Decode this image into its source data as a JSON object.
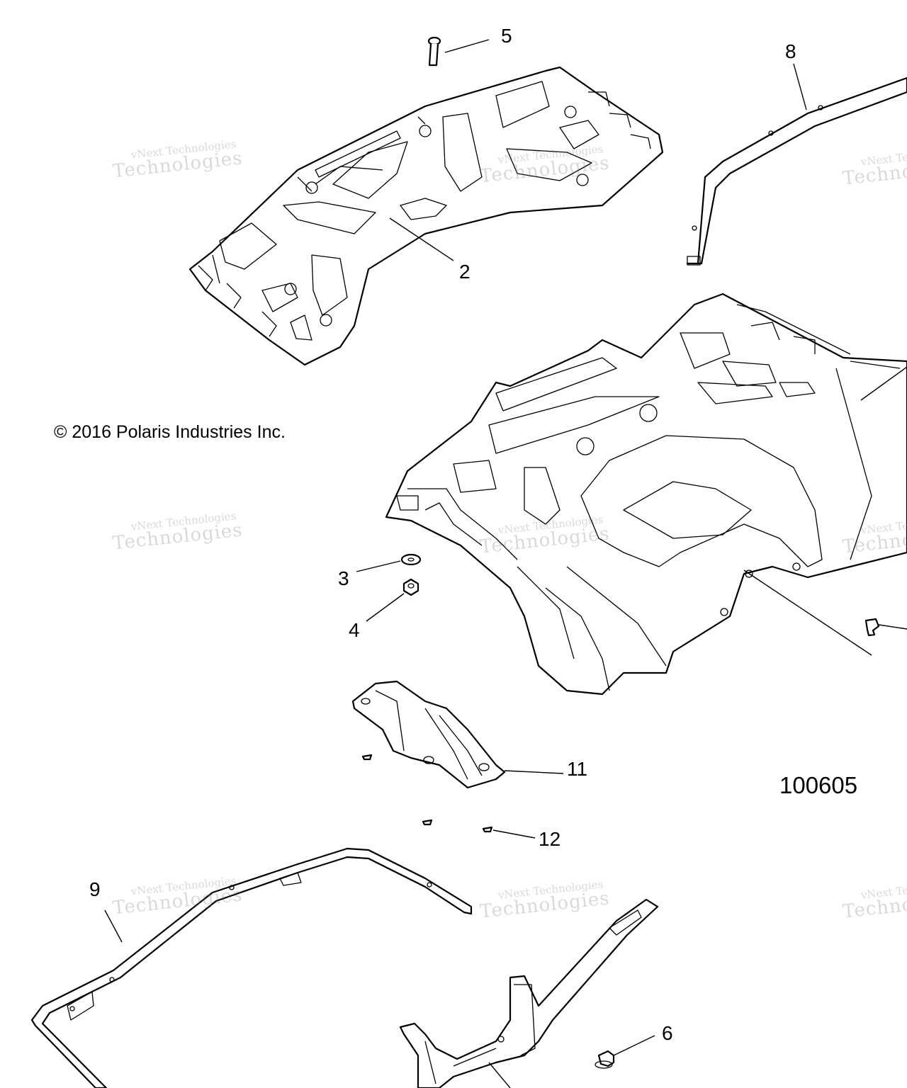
{
  "copyright": "© 2016 Polaris Industries Inc.",
  "drawing_number": "100605",
  "watermark": {
    "line1": "vNext Technologies",
    "line2": "Technologies"
  },
  "callouts": {
    "c2": "2",
    "c3": "3",
    "c4": "4",
    "c5": "5",
    "c6": "6",
    "c8": "8",
    "c9": "9",
    "c11": "11",
    "c12": "12"
  }
}
